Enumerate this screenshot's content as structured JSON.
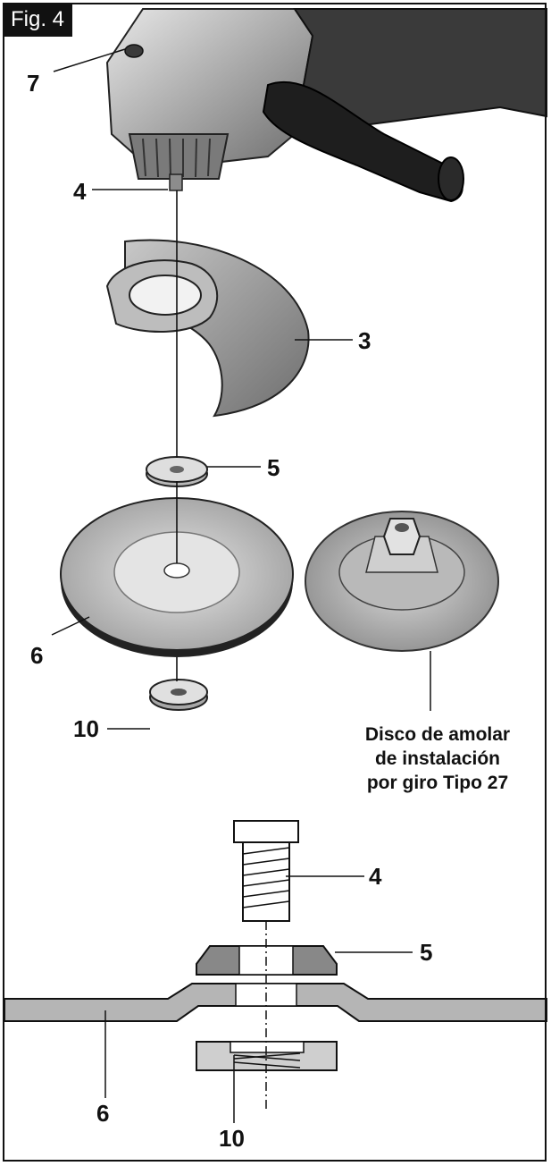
{
  "figure_label": "Fig. 4",
  "callouts": {
    "top_7": "7",
    "top_4": "4",
    "top_3": "3",
    "top_5": "5",
    "top_6": "6",
    "top_10": "10",
    "bottom_4": "4",
    "bottom_5": "5",
    "bottom_6": "6",
    "bottom_10": "10"
  },
  "caption": {
    "line1": "Disco de amolar",
    "line2": "de instalación",
    "line3": "por giro Tipo 27"
  },
  "colors": {
    "line": "#111111",
    "metal_light": "#cfcfcf",
    "metal_mid": "#9a9a9a",
    "metal_dark": "#5e5e5e",
    "handle": "#1e1e1e"
  }
}
